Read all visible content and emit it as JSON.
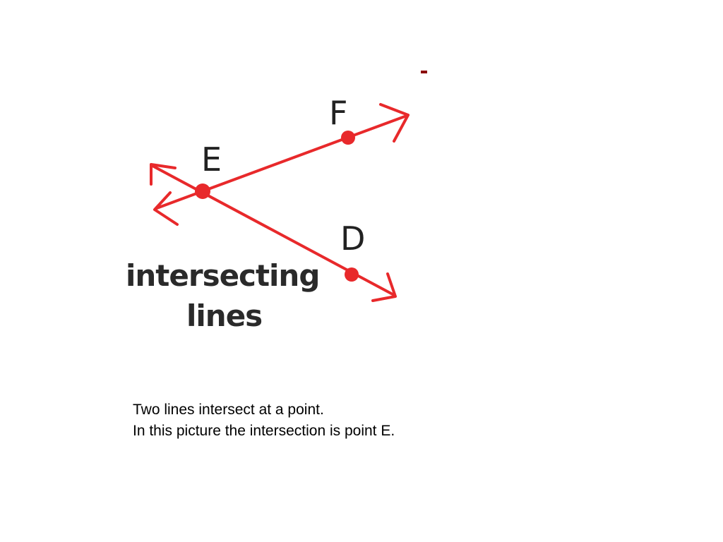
{
  "diagram": {
    "points": {
      "e": {
        "label": "E"
      },
      "f": {
        "label": "F"
      },
      "d": {
        "label": "D"
      }
    },
    "caption_line1": "intersecting",
    "caption_line2": "lines",
    "line_color": "#e8292b",
    "label_color": "#222222"
  },
  "slide": {
    "dash_mark": "-",
    "text_line1": "Two lines intersect at a point.",
    "text_line2": "In this picture the intersection is point E."
  }
}
